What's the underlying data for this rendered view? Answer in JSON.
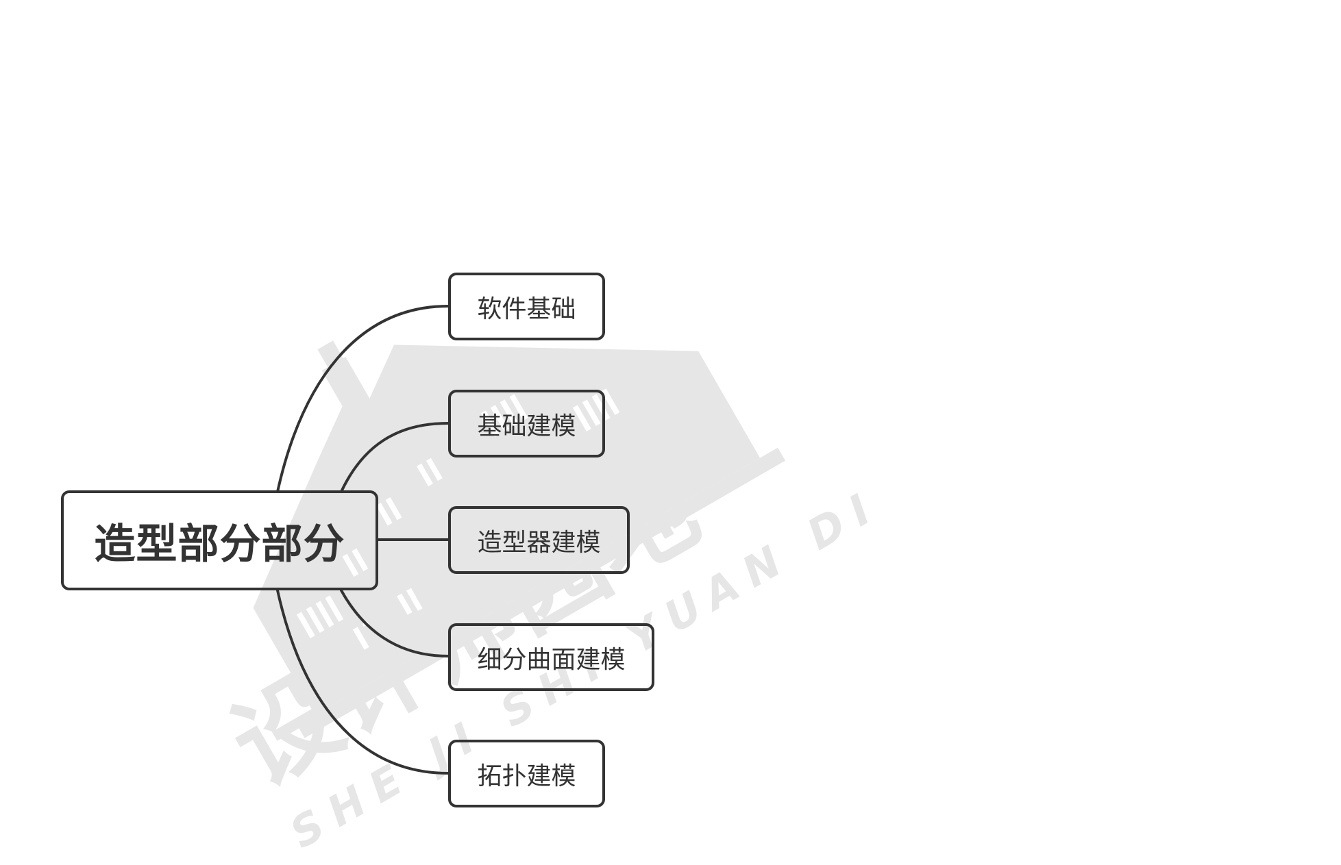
{
  "mindmap": {
    "root": {
      "label": "造型部分部分"
    },
    "children": [
      {
        "label": "软件基础"
      },
      {
        "label": "基础建模"
      },
      {
        "label": "造型器建模"
      },
      {
        "label": "细分曲面建模"
      },
      {
        "label": "拓扑建模"
      }
    ],
    "colors": {
      "line": "#333333",
      "text": "#333333",
      "background": "#ffffff",
      "watermark": "#e6e6e6"
    }
  },
  "watermark": {
    "chinese": "设计师园地",
    "latin": "SHE JI SHI YUAN DI"
  }
}
